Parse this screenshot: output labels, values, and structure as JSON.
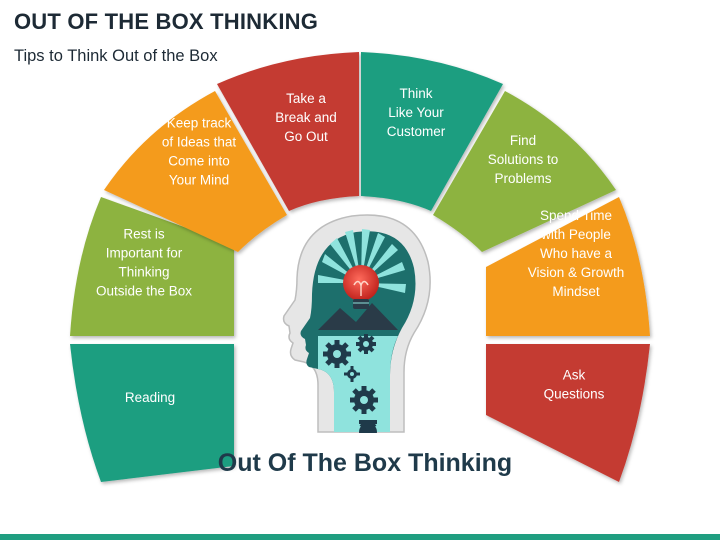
{
  "header": {
    "title": "OUT OF THE BOX THINKING",
    "subtitle": "Tips to Think Out of the Box"
  },
  "center": {
    "caption": "Out Of The Box Thinking"
  },
  "segments": [
    {
      "lines": [
        "Reading"
      ],
      "color": "#1f9e80"
    },
    {
      "lines": [
        "Rest is",
        "Important for",
        "Thinking",
        "Outside the Box"
      ],
      "color": "#8db33f"
    },
    {
      "lines": [
        "Keep track",
        "of Ideas that",
        "Come into",
        "Your Mind"
      ],
      "color": "#f49b1d"
    },
    {
      "lines": [
        "Take a",
        "Break and",
        "Go Out"
      ],
      "color": "#c43a32"
    },
    {
      "lines": [
        "Think",
        "Like Your",
        "Customer"
      ],
      "color": "#1f9e80"
    },
    {
      "lines": [
        "Find",
        "Solutions to",
        "Problems"
      ],
      "color": "#8db33f"
    },
    {
      "lines": [
        "Spend Time",
        "with People",
        "Who have a",
        "Vision & Growth",
        "Mindset"
      ],
      "color": "#f49b1d"
    },
    {
      "lines": [
        "Ask",
        "Questions"
      ],
      "color": "#c43a32"
    }
  ],
  "icons": {
    "head": "head-silhouette-icon",
    "bulb": "light-bulb-icon",
    "gears": "gear-icon"
  },
  "colors": {
    "teal": "#1f9e80",
    "green": "#8db33f",
    "orange": "#f49b1d",
    "red": "#c43a32",
    "title": "#1d2a35"
  }
}
